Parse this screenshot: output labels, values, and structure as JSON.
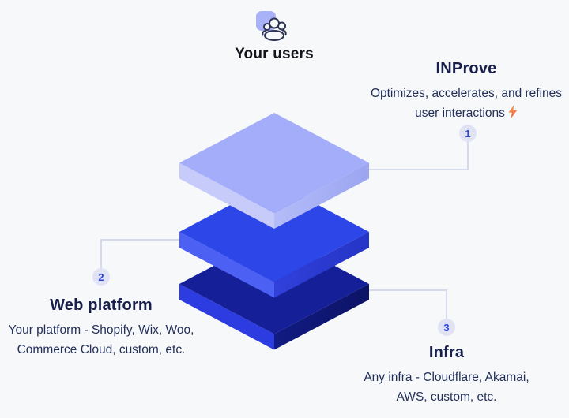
{
  "users": {
    "label": "Your users",
    "icon": "users-group-icon"
  },
  "inprove": {
    "title": "INProve",
    "description": "Optimizes, accelerates, and refines user interactions",
    "icon": "lightning-bolt-icon"
  },
  "web_platform": {
    "title": "Web platform",
    "description": "Your platform - Shopify, Wix, Woo, Commerce Cloud, custom, etc."
  },
  "infra": {
    "title": "Infra",
    "description": "Any infra - Cloudflare, Akamai, AWS, custom, etc."
  },
  "badges": [
    {
      "number": "1"
    },
    {
      "number": "2"
    },
    {
      "number": "3"
    }
  ],
  "colors": {
    "background": "#f7f8fa",
    "heading_ink": "#171f4a",
    "body_ink": "#223059",
    "connector": "#d5daec",
    "badge_bg": "#dfe3f4",
    "badge_text": "#2b46d4",
    "icon_stroke": "#2e3456",
    "icon_square": "#a9b2f8",
    "bolt_from": "#f79e59",
    "bolt_to": "#ec5f33",
    "layer_top": {
      "top": "#a3adfa",
      "left": "#c7cbfa",
      "right_from": "#b4bcf8",
      "right_to": "#9ba5f0"
    },
    "layer_middle": {
      "top": "#2c46e8",
      "left": "#4d60f4",
      "right_from": "#3040da",
      "right_to": "#2535c7"
    },
    "layer_bottom": {
      "top": "#141f98",
      "left": "#2d3ce0",
      "right_from": "#111b82",
      "right_to": "#0c1366"
    }
  }
}
